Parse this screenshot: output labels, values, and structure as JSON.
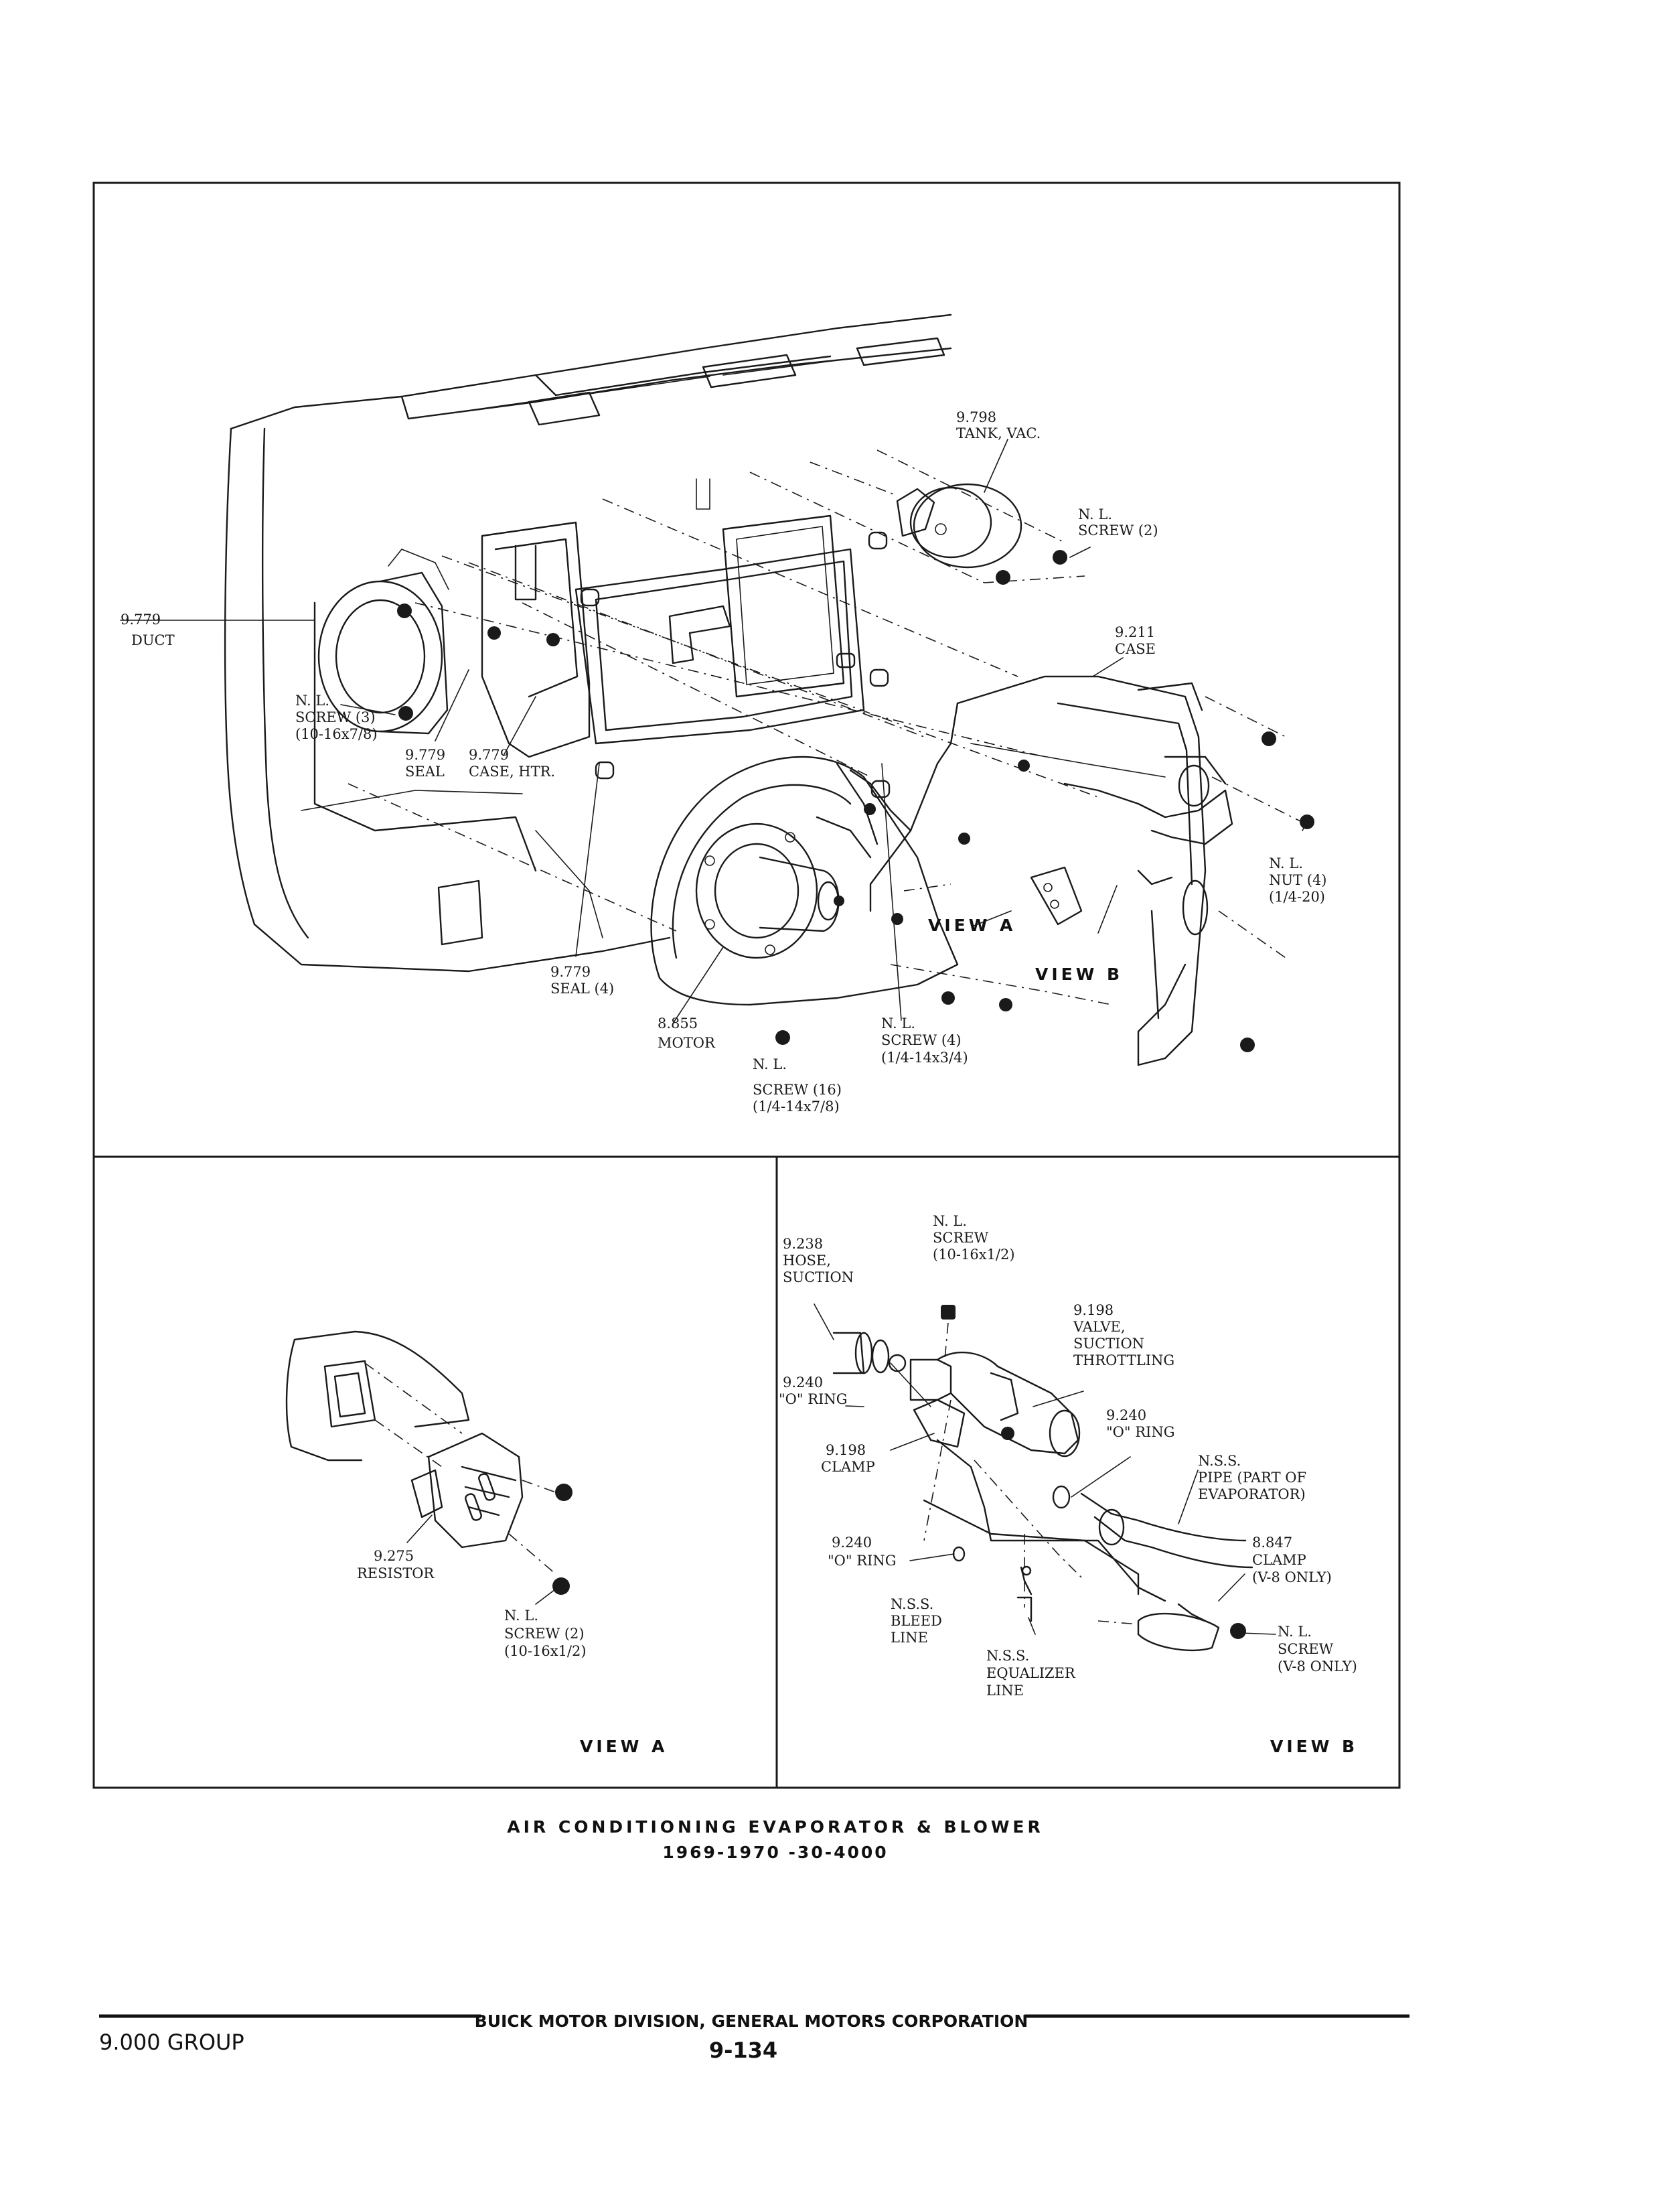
{
  "main_view": {
    "labels": {
      "tank": [
        "9.798",
        "TANK, VAC."
      ],
      "screw2": [
        "N. L.",
        "SCREW (2)"
      ],
      "duct": [
        "9.779",
        "DUCT"
      ],
      "case": [
        "9.211",
        "CASE"
      ],
      "screw3": [
        "N. L.",
        "SCREW (3)",
        "(10-16x7/8)"
      ],
      "seal": [
        "9.779",
        "SEAL"
      ],
      "case_htr": [
        "9.779",
        "CASE, HTR."
      ],
      "nut4": [
        "N. L.",
        "NUT (4)",
        "(1/4-20)"
      ],
      "view_a": "VIEW A",
      "view_b": "VIEW B",
      "seal4": [
        "9.779",
        "SEAL (4)"
      ],
      "motor": [
        "8.855",
        "MOTOR"
      ],
      "screw4": [
        "N. L.",
        "SCREW (4)",
        "(1/4-14x3/4)"
      ],
      "screw16": [
        "N. L.",
        "SCREW (16)",
        "(1/4-14x7/8)"
      ]
    }
  },
  "view_a": {
    "labels": {
      "resistor": [
        "9.275",
        "RESISTOR"
      ],
      "screw2": [
        "N. L.",
        "SCREW (2)",
        "(10-16x1/2)"
      ]
    },
    "caption": "VIEW A"
  },
  "view_b": {
    "labels": {
      "screw": [
        "N. L.",
        "SCREW",
        "(10-16x1/2)"
      ],
      "hose": [
        "9.238",
        "HOSE,",
        "SUCTION"
      ],
      "valve": [
        "9.198",
        "VALVE,",
        "SUCTION",
        "THROTTLING"
      ],
      "o_ring_1": [
        "9.240",
        "\"O\" RING"
      ],
      "o_ring_2": [
        "9.240",
        "\"O\" RING"
      ],
      "clamp": [
        "9.198",
        "CLAMP"
      ],
      "pipe": [
        "N.S.S.",
        "PIPE (PART OF",
        "EVAPORATOR)"
      ],
      "o_ring_3": [
        "9.240",
        "\"O\" RING"
      ],
      "clamp_v8": [
        "8.847",
        "CLAMP",
        "(V-8 ONLY)"
      ],
      "bleed": [
        "N.S.S.",
        "BLEED",
        "LINE"
      ],
      "equalizer": [
        "N.S.S.",
        "EQUALIZER",
        "LINE"
      ],
      "screw_v8": [
        "N. L.",
        "SCREW",
        "(V-8 ONLY)"
      ]
    },
    "caption": "VIEW B"
  },
  "title": {
    "line1": "AIR CONDITIONING EVAPORATOR & BLOWER",
    "line2": "1969-1970 -30-4000"
  },
  "footer": {
    "group": "9.000 GROUP",
    "company": "BUICK MOTOR DIVISION, GENERAL MOTORS CORPORATION",
    "page": "9-134"
  }
}
